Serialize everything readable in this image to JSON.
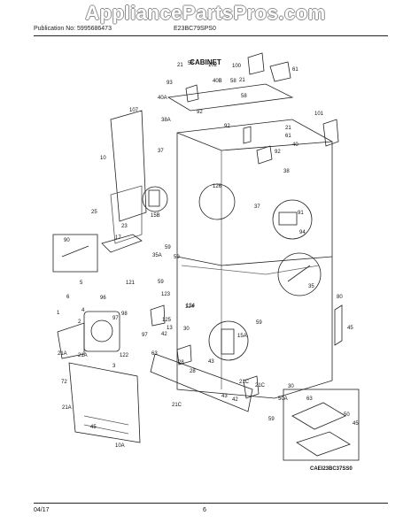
{
  "watermark": "AppliancePartsPros.com",
  "header": {
    "publication": "Publication No: 5995686473",
    "model": "E23BC79SPS0",
    "section": "CABINET"
  },
  "footer": {
    "date": "04/17",
    "page": "6"
  },
  "diagram_code": "CAEI23BC37SS0",
  "callouts": [
    "21",
    "58",
    "102",
    "100",
    "61",
    "93",
    "40B",
    "58",
    "21",
    "58",
    "40A",
    "92",
    "107",
    "101",
    "38A",
    "92",
    "10",
    "37",
    "21",
    "61",
    "40",
    "92",
    "38",
    "126",
    "15B",
    "37",
    "91",
    "94",
    "25",
    "23",
    "17",
    "90",
    "59",
    "35A",
    "59",
    "59",
    "35",
    "121",
    "5",
    "6",
    "123",
    "96",
    "4",
    "124",
    "124",
    "1",
    "97",
    "98",
    "80",
    "2",
    "125",
    "59",
    "13",
    "45",
    "30",
    "42",
    "15A",
    "97",
    "21A",
    "63",
    "21A",
    "3",
    "122",
    "28",
    "43",
    "28",
    "21C",
    "21C",
    "30",
    "43",
    "42",
    "63",
    "50A",
    "21C",
    "72",
    "21A",
    "45",
    "10A",
    "50",
    "45",
    "59",
    "21C"
  ]
}
